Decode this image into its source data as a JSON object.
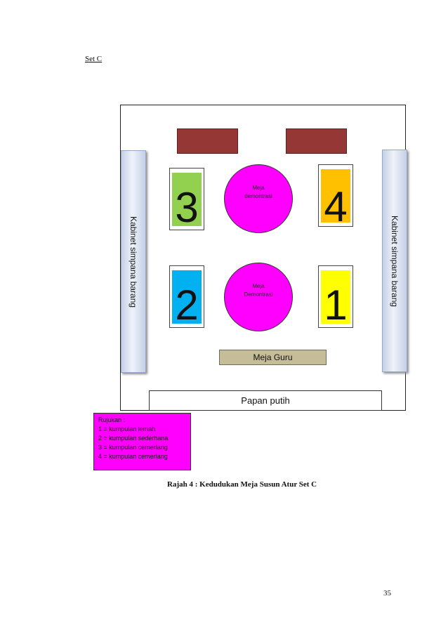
{
  "set_label": "Set C",
  "cabinets": {
    "left": "Kabinet simpana barang",
    "right": "Kabinet simpana barang"
  },
  "groups": [
    {
      "number": "3",
      "color": "#92d050"
    },
    {
      "number": "4",
      "color": "#ffc000"
    },
    {
      "number": "2",
      "color": "#00b0f0"
    },
    {
      "number": "1",
      "color": "#ffff00"
    }
  ],
  "demo_tables": [
    {
      "line1": "Meja",
      "line2": "demontrasi"
    },
    {
      "line1": "Meja",
      "line2": "Demontrasi"
    }
  ],
  "teacher_table": "Meja Guru",
  "whiteboard": "Papan putih",
  "legend": {
    "title": "Rujukan :",
    "items": [
      "1 = kumpulan lemah",
      "2 = kumpulan sederhana",
      "3 = kumpulan cemerlang",
      "4 = kumpulan cemerlang"
    ]
  },
  "caption": "Rajah 4 : Kedudukan Meja Susun Atur Set C",
  "page_number": "35",
  "colors": {
    "front_tables": "#953735",
    "demo_tables": "#ff00ff",
    "teacher_table": "#c4bd97",
    "legend_bg": "#ff00ff"
  }
}
